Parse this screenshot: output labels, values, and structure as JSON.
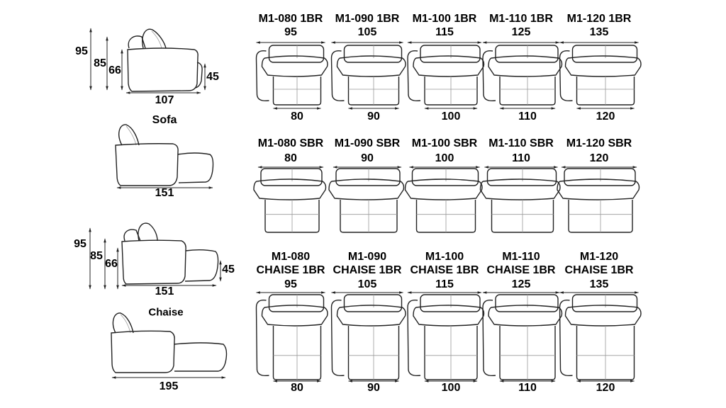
{
  "left": {
    "sofa": {
      "label": "Sofa",
      "h_total": "95",
      "h_back": "85",
      "h_arm": "66",
      "h_seat": "45",
      "depth": "107",
      "depth_open": "151"
    },
    "chaise": {
      "label": "Chaise",
      "h_total": "95",
      "h_back": "85",
      "h_arm": "66",
      "h_seat": "45",
      "depth": "151",
      "depth_open": "195"
    }
  },
  "rows": [
    {
      "type": "1br",
      "modules": [
        {
          "name": [
            "M1-080 1BR"
          ],
          "top": "95",
          "bottom": "80"
        },
        {
          "name": [
            "M1-090 1BR"
          ],
          "top": "105",
          "bottom": "90"
        },
        {
          "name": [
            "M1-100 1BR"
          ],
          "top": "115",
          "bottom": "100"
        },
        {
          "name": [
            "M1-110 1BR"
          ],
          "top": "125",
          "bottom": "110"
        },
        {
          "name": [
            "M1-120 1BR"
          ],
          "top": "135",
          "bottom": "120"
        }
      ]
    },
    {
      "type": "sbr",
      "modules": [
        {
          "name": [
            "M1-080 SBR"
          ],
          "top": "80"
        },
        {
          "name": [
            "M1-090 SBR"
          ],
          "top": "90"
        },
        {
          "name": [
            "M1-100 SBR"
          ],
          "top": "100"
        },
        {
          "name": [
            "M1-110 SBR"
          ],
          "top": "110"
        },
        {
          "name": [
            "M1-120 SBR"
          ],
          "top": "120"
        }
      ]
    },
    {
      "type": "chaise",
      "modules": [
        {
          "name": [
            "M1-080",
            "CHAISE 1BR"
          ],
          "top": "95",
          "bottom": "80"
        },
        {
          "name": [
            "M1-090",
            "CHAISE 1BR"
          ],
          "top": "105",
          "bottom": "90"
        },
        {
          "name": [
            "M1-100",
            "CHAISE 1BR"
          ],
          "top": "115",
          "bottom": "100"
        },
        {
          "name": [
            "M1-110",
            "CHAISE 1BR"
          ],
          "top": "125",
          "bottom": "110"
        },
        {
          "name": [
            "M1-120",
            "CHAISE 1BR"
          ],
          "top": "135",
          "bottom": "120"
        }
      ]
    }
  ]
}
